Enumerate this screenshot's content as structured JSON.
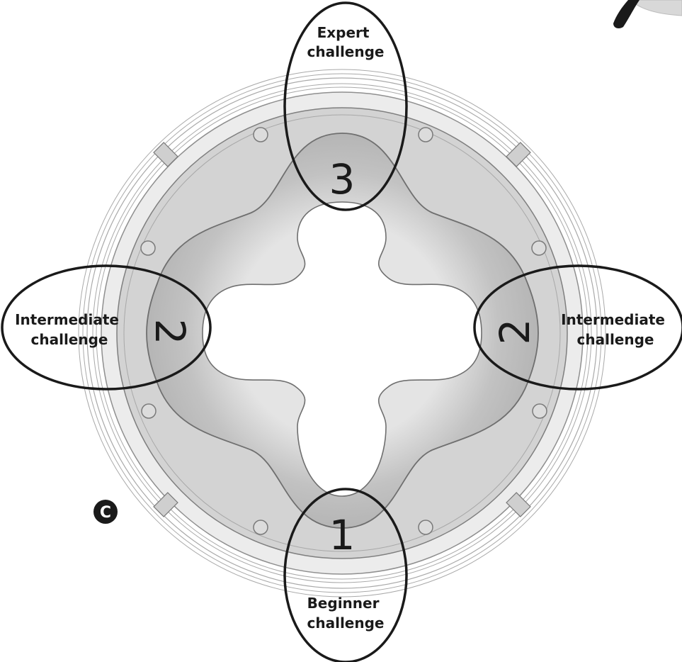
{
  "zones": {
    "top": {
      "number": "3",
      "line1": "Expert",
      "line2": "challenge"
    },
    "left": {
      "number": "2",
      "line1": "Intermediate",
      "line2": "challenge"
    },
    "right": {
      "number": "2",
      "line1": "Intermediate",
      "line2": "challenge"
    },
    "bottom": {
      "number": "1",
      "line1": "Beginner",
      "line2": "challenge"
    }
  },
  "badge": {
    "letter": "C"
  },
  "colors": {
    "disc_fill": "#d4d4d4",
    "groove_fill": "#c6c6c6",
    "line": "#1a1a1a",
    "outline": "#999999"
  }
}
